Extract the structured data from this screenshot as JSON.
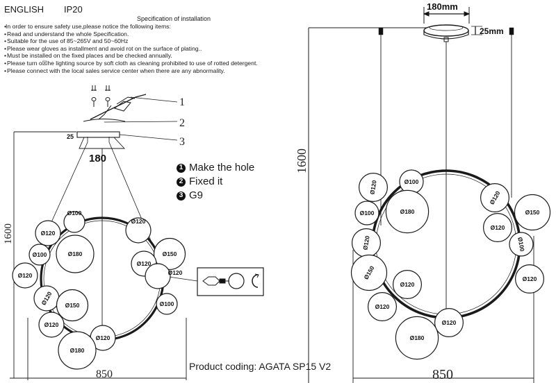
{
  "header": {
    "language": "ENGLISH",
    "ip_rating": "IP20"
  },
  "spec": {
    "title": "Specification of installation",
    "intro": "In order to ensure safety use,please notice the following items:",
    "items": [
      "Read and understand the whole Specification.",
      "Suitable for the use of 85~265V and 50~60Hz",
      "Please wear gloves as installment and avoid rot on the surface of plating..",
      "Must be installed on the fixed places and be checked annually.",
      "Please turn o☒he lighting source by soft cloth as cleaning prohibited to use of rotted detergent.",
      "Please connect with the local sales service center when there are any abnormality."
    ]
  },
  "steps": [
    {
      "num": "1",
      "label": "Make the hole"
    },
    {
      "num": "2",
      "label": "Fixed it"
    },
    {
      "num": "3",
      "label": "G9"
    }
  ],
  "callouts": {
    "c1": "1",
    "c2": "2",
    "c3": "3"
  },
  "left_dims": {
    "canopy_height": "25",
    "canopy_width": "180",
    "height": "1600",
    "width": "850"
  },
  "right_dims": {
    "canopy_width": "180mm",
    "canopy_height": "25mm",
    "height": "1600",
    "width": "850"
  },
  "left_globes": [
    {
      "label": "Ø100",
      "d": 100
    },
    {
      "label": "Ø120",
      "d": 120
    },
    {
      "label": "Ø100",
      "d": 100
    },
    {
      "label": "Ø180",
      "d": 180
    },
    {
      "label": "Ø120",
      "d": 120
    },
    {
      "label": "Ø150",
      "d": 150
    },
    {
      "label": "Ø120",
      "d": 120
    },
    {
      "label": "Ø120",
      "d": 120
    },
    {
      "label": "Ø120",
      "d": 120
    },
    {
      "label": "Ø120",
      "d": 120
    },
    {
      "label": "Ø150",
      "d": 150
    },
    {
      "label": "Ø100",
      "d": 100
    },
    {
      "label": "Ø120",
      "d": 120
    },
    {
      "label": "Ø120",
      "d": 120
    },
    {
      "label": "Ø180",
      "d": 180
    }
  ],
  "right_globes": [
    {
      "label": "Ø120",
      "d": 120
    },
    {
      "label": "Ø100",
      "d": 100
    },
    {
      "label": "Ø100",
      "d": 100
    },
    {
      "label": "Ø180",
      "d": 180
    },
    {
      "label": "Ø120",
      "d": 120
    },
    {
      "label": "Ø150",
      "d": 150
    },
    {
      "label": "Ø120",
      "d": 120
    },
    {
      "label": "Ø120",
      "d": 120
    },
    {
      "label": "Ø100",
      "d": 100
    },
    {
      "label": "Ø150",
      "d": 150
    },
    {
      "label": "Ø120",
      "d": 120
    },
    {
      "label": "Ø120",
      "d": 120
    },
    {
      "label": "Ø120",
      "d": 120
    },
    {
      "label": "Ø120",
      "d": 120
    },
    {
      "label": "Ø180",
      "d": 180
    }
  ],
  "product_coding": "Product coding: AGATA SP15 V2"
}
